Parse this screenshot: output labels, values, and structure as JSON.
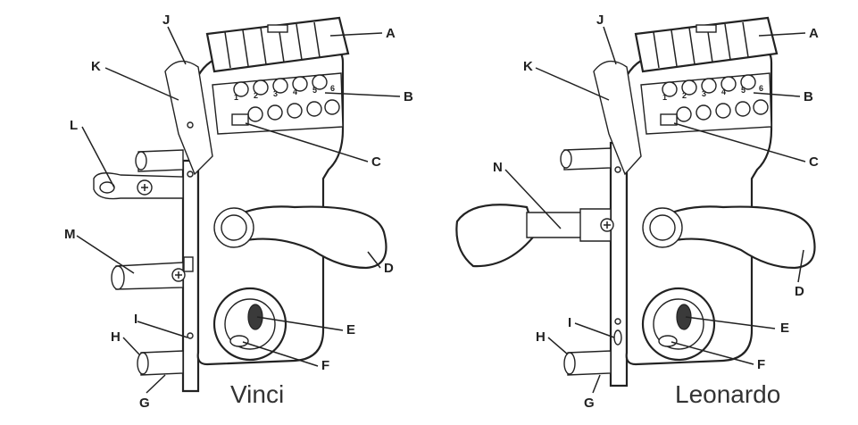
{
  "left_lock": {
    "caption": "Vinci",
    "labels": {
      "A": "A",
      "B": "B",
      "C": "C",
      "D": "D",
      "E": "E",
      "F": "F",
      "G": "G",
      "H": "H",
      "I": "I",
      "J": "J",
      "K": "K",
      "L": "L",
      "M": "M"
    }
  },
  "right_lock": {
    "caption": "Leonardo",
    "labels": {
      "A": "A",
      "B": "B",
      "C": "C",
      "D": "D",
      "E": "E",
      "F": "F",
      "G": "G",
      "H": "H",
      "I": "I",
      "J": "J",
      "K": "K",
      "N": "N"
    }
  },
  "keypad_digits": [
    "1",
    "2",
    "3",
    "4",
    "5",
    "6"
  ]
}
